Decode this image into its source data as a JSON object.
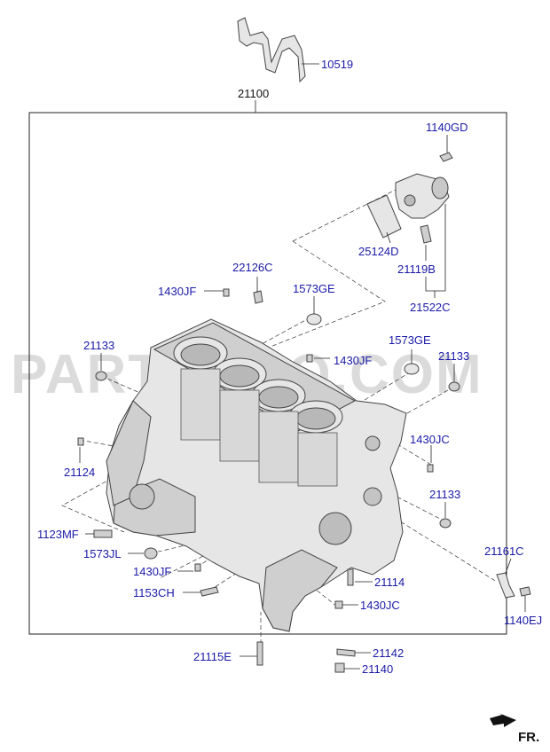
{
  "labels": {
    "p10519": "10519",
    "p21100": "21100",
    "p1140GD": "1140GD",
    "p25124D": "25124D",
    "p21119B": "21119B",
    "p21522C": "21522C",
    "p22126C": "22126C",
    "p1430JF_a": "1430JF",
    "p1573GE_a": "1573GE",
    "p1573GE_b": "1573GE",
    "p1430JF_b": "1430JF",
    "p21133_a": "21133",
    "p21133_b": "21133",
    "p1430JC_a": "1430JC",
    "p21124": "21124",
    "p21133_c": "21133",
    "p1123MF": "1123MF",
    "p1573JL": "1573JL",
    "p1430JF_c": "1430JF",
    "p21161C": "21161C",
    "p1153CH": "1153CH",
    "p21114": "21114",
    "p1430JC_b": "1430JC",
    "p1140EJ": "1140EJ",
    "p21115E": "21115E",
    "p21142": "21142",
    "p21140": "21140"
  },
  "front_indicator": "FR.",
  "watermark": "PARTSOUQ.COM",
  "colors": {
    "label": "#1a1aa8",
    "line": "#222222"
  }
}
